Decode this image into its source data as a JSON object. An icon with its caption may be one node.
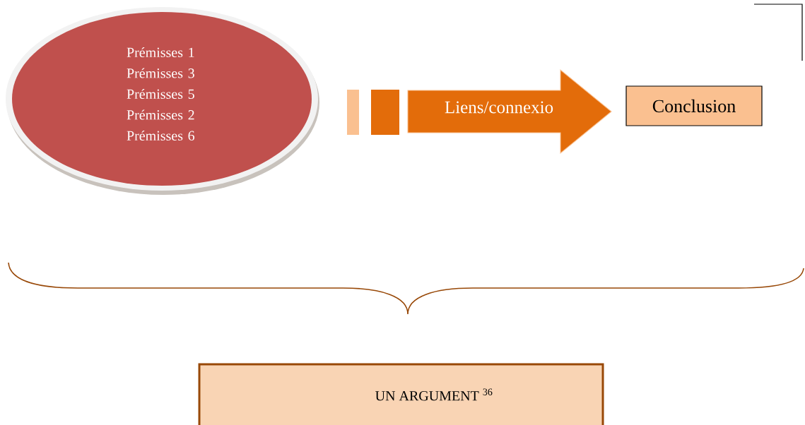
{
  "diagram": {
    "nodes": [
      {
        "text": [
          "Prémisses 1 Prémisses 3 Prémisses 5 Prémisses 2 Prémisses 6"
        ]
      },
      {
        "text": [
          "Liens/connexio"
        ]
      },
      {
        "text": [
          "Conclusion"
        ]
      },
      {
        "text": [
          "UN ARGUMENT $^{36}$"
        ]
      }
    ]
  }
}
